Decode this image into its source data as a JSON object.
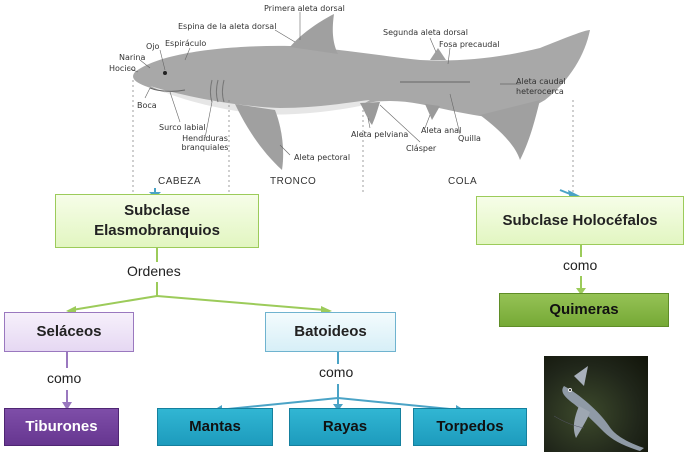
{
  "shark_labels": {
    "primera_aleta_dorsal": "Primera aleta dorsal",
    "espina_aleta_dorsal": "Espina de la aleta dorsal",
    "espiraculo": "Espiráculo",
    "ojo": "Ojo",
    "narina": "Narina",
    "hocico": "Hocico",
    "boca": "Boca",
    "surco_labial": "Surco labial",
    "hendiduras": "Hendiduras branquiales",
    "aleta_pectoral": "Aleta pectoral",
    "segunda_aleta_dorsal": "Segunda aleta dorsal",
    "fosa_precaudal": "Fosa precaudal",
    "aleta_caudal": "Aleta caudal heterocerca",
    "aleta_pelviana": "Aleta pelviana",
    "aleta_anal": "Aleta anal",
    "quilla": "Quilla",
    "clasper": "Clásper"
  },
  "regions": {
    "cabeza": "CABEZA",
    "tronco": "TRONCO",
    "cola": "COLA"
  },
  "nodes": {
    "elasmobranquios": "Subclase Elasmobranquios",
    "holocefalos": "Subclase Holocéfalos",
    "selaceos": "Seláceos",
    "batoideos": "Batoideos",
    "tiburones": "Tiburones",
    "mantas": "Mantas",
    "rayas": "Rayas",
    "torpedos": "Torpedos",
    "quimeras": "Quimeras"
  },
  "links": {
    "ordenes": "Ordenes",
    "como_selaceos": "como",
    "como_batoideos": "como",
    "como_holocefalos": "como"
  },
  "colors": {
    "green_accent": "#9ccb5a",
    "purple_accent": "#9a78bf",
    "blue_accent": "#4aa3c6",
    "shark_gray": "#a6a6a6"
  }
}
